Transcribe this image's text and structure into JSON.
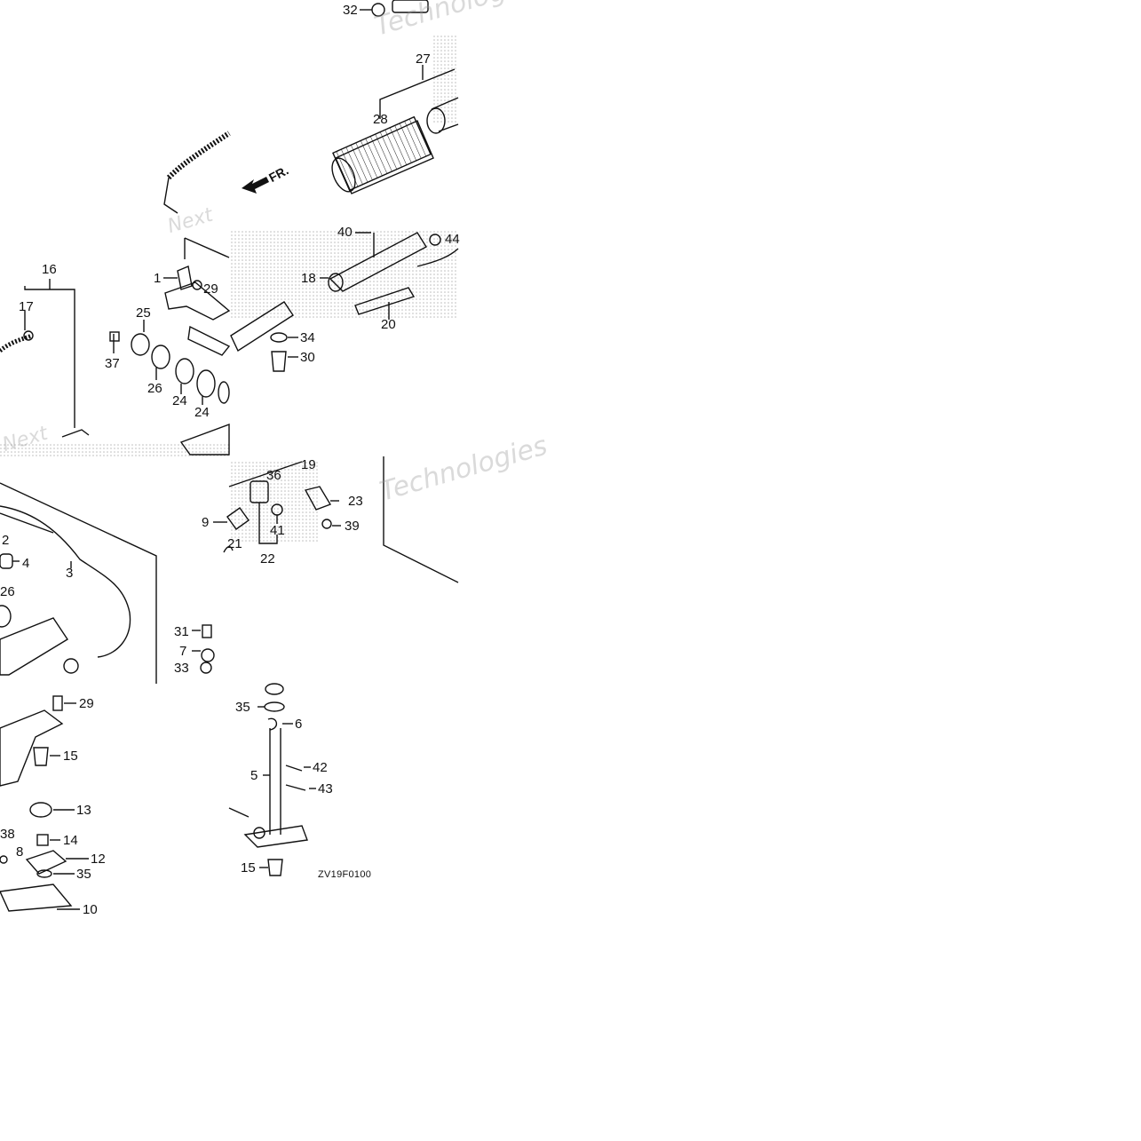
{
  "diagram": {
    "code": "ZV19F0100",
    "direction_label": "FR.",
    "watermark": "Technologies",
    "watermark_short": "Next",
    "callouts": [
      {
        "id": "c32",
        "text": "32"
      },
      {
        "id": "c27",
        "text": "27"
      },
      {
        "id": "c28",
        "text": "28"
      },
      {
        "id": "c16",
        "text": "16"
      },
      {
        "id": "c17",
        "text": "17"
      },
      {
        "id": "c1",
        "text": "1"
      },
      {
        "id": "c29a",
        "text": "29"
      },
      {
        "id": "c25",
        "text": "25"
      },
      {
        "id": "c37",
        "text": "37"
      },
      {
        "id": "c26a",
        "text": "26"
      },
      {
        "id": "c24a",
        "text": "24"
      },
      {
        "id": "c24b",
        "text": "24"
      },
      {
        "id": "c40",
        "text": "40"
      },
      {
        "id": "c44",
        "text": "44"
      },
      {
        "id": "c18",
        "text": "18"
      },
      {
        "id": "c20",
        "text": "20"
      },
      {
        "id": "c34",
        "text": "34"
      },
      {
        "id": "c30",
        "text": "30"
      },
      {
        "id": "c19",
        "text": "19"
      },
      {
        "id": "c36",
        "text": "36"
      },
      {
        "id": "c23",
        "text": "23"
      },
      {
        "id": "c9",
        "text": "9"
      },
      {
        "id": "c41",
        "text": "41"
      },
      {
        "id": "c39",
        "text": "39"
      },
      {
        "id": "c21",
        "text": "21"
      },
      {
        "id": "c22",
        "text": "22"
      },
      {
        "id": "c2",
        "text": "2"
      },
      {
        "id": "c4",
        "text": "4"
      },
      {
        "id": "c3",
        "text": "3"
      },
      {
        "id": "c26b",
        "text": "26"
      },
      {
        "id": "c31",
        "text": "31"
      },
      {
        "id": "c7",
        "text": "7"
      },
      {
        "id": "c33",
        "text": "33"
      },
      {
        "id": "c29b",
        "text": "29"
      },
      {
        "id": "c15a",
        "text": "15"
      },
      {
        "id": "c13",
        "text": "13"
      },
      {
        "id": "c38",
        "text": "38"
      },
      {
        "id": "c14",
        "text": "14"
      },
      {
        "id": "c12",
        "text": "12"
      },
      {
        "id": "c8",
        "text": "8"
      },
      {
        "id": "c35a",
        "text": "35"
      },
      {
        "id": "c10",
        "text": "10"
      },
      {
        "id": "c35b",
        "text": "35"
      },
      {
        "id": "c6",
        "text": "6"
      },
      {
        "id": "c42",
        "text": "42"
      },
      {
        "id": "c5",
        "text": "5"
      },
      {
        "id": "c43",
        "text": "43"
      },
      {
        "id": "c15b",
        "text": "15"
      }
    ]
  }
}
